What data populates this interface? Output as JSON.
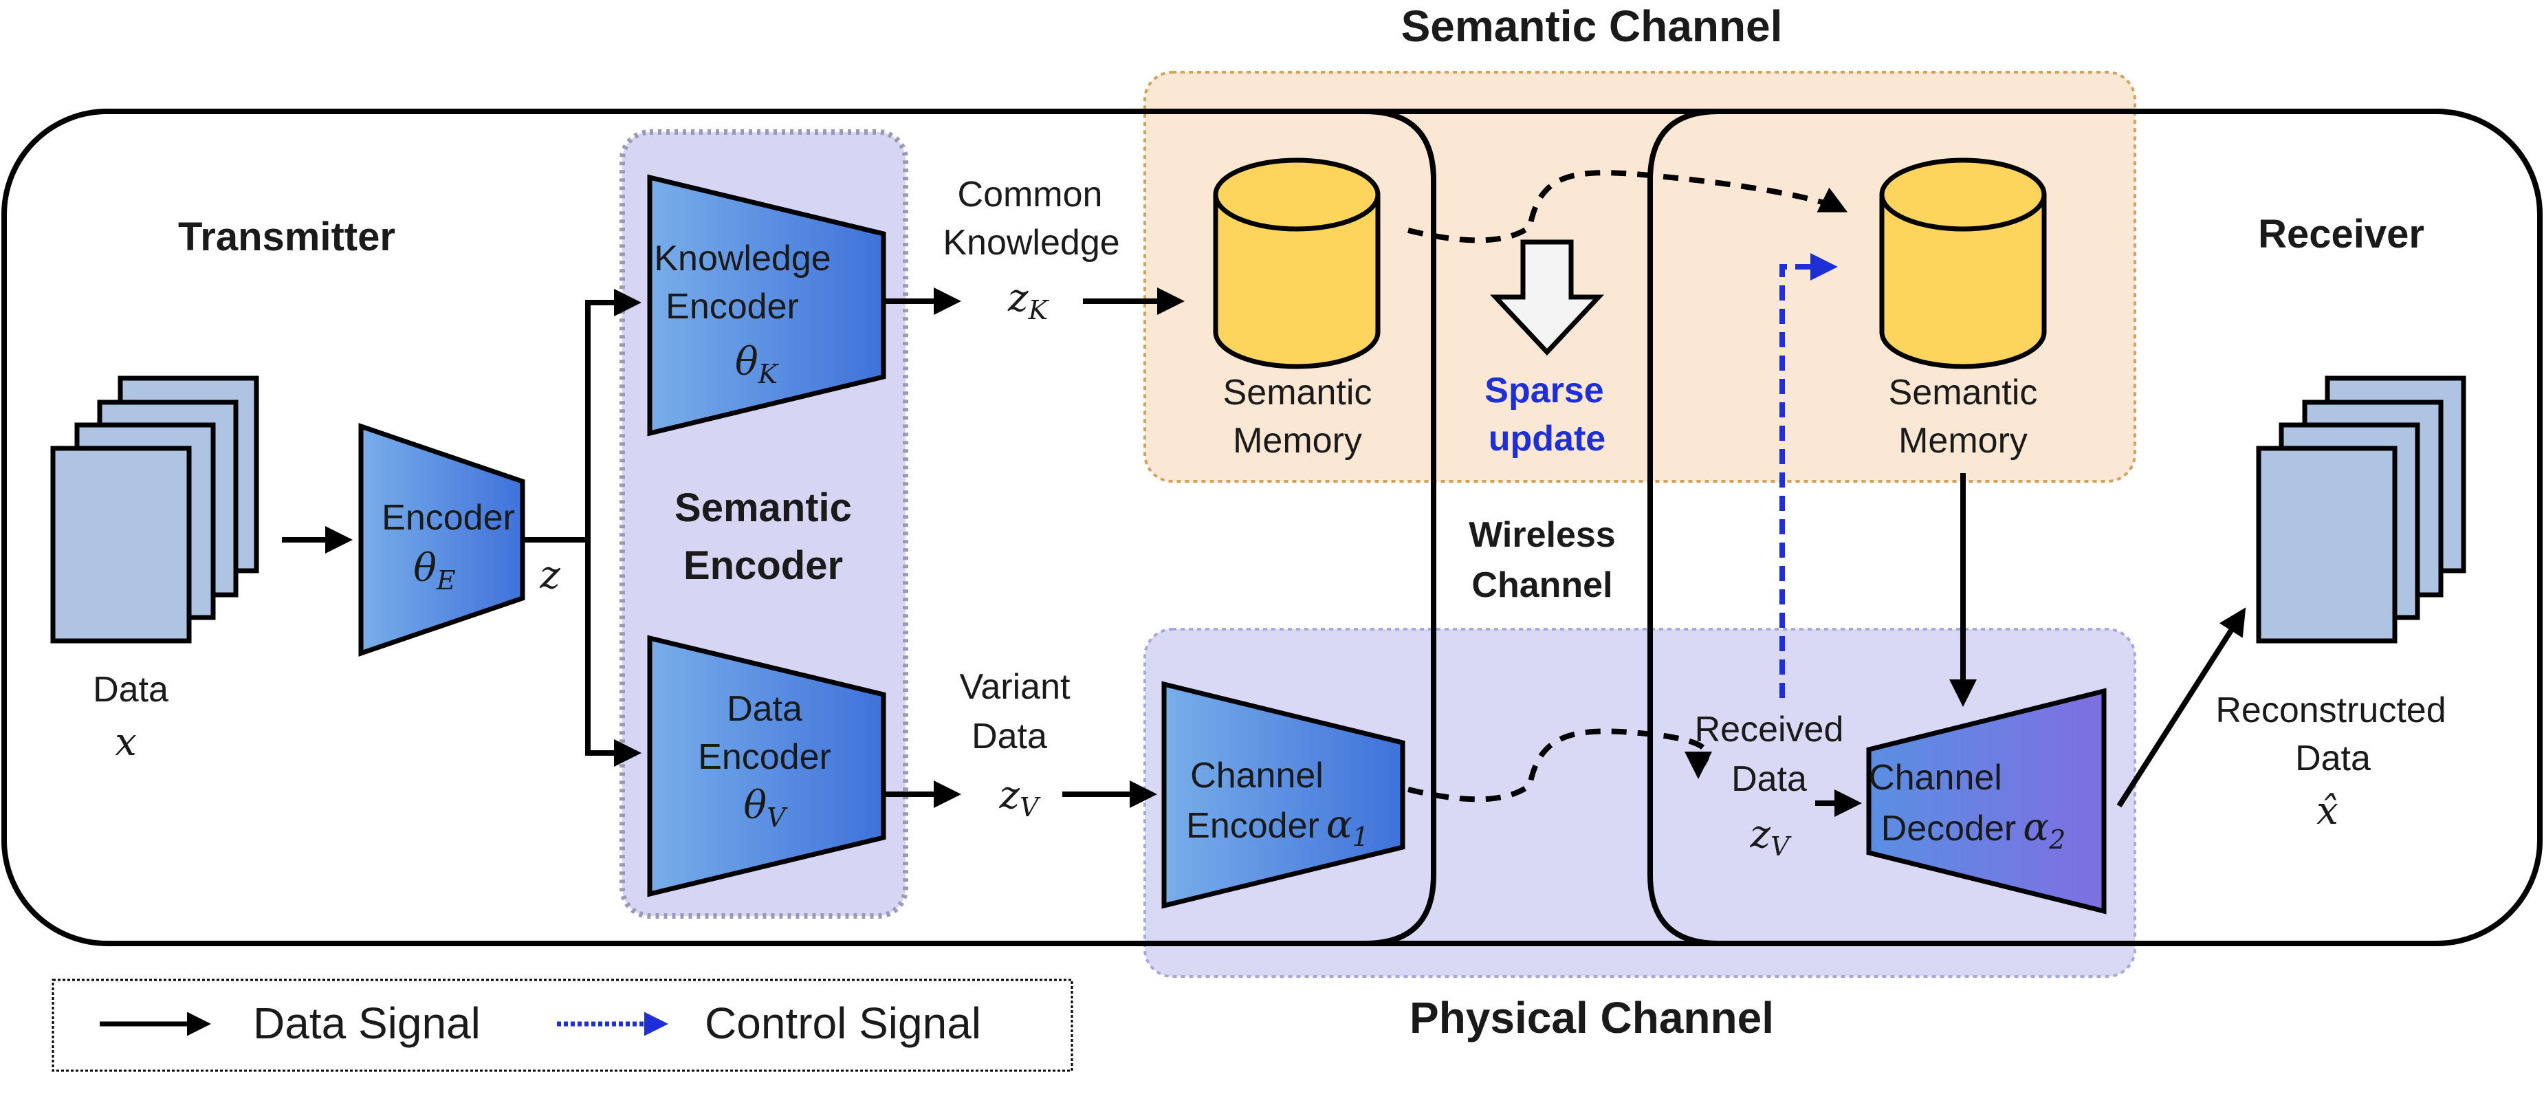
{
  "titles": {
    "semantic_channel": "Semantic Channel",
    "physical_channel": "Physical Channel",
    "wireless_channel_line1": "Wireless",
    "wireless_channel_line2": "Channel",
    "transmitter": "Transmitter",
    "receiver": "Receiver",
    "semantic_encoder_line1": "Semantic",
    "semantic_encoder_line2": "Encoder"
  },
  "blocks": {
    "encoder": {
      "label": "Encoder",
      "param": "θ",
      "param_sub": "E"
    },
    "knowledge_encoder": {
      "line1": "Knowledge",
      "line2": "Encoder",
      "param": "θ",
      "param_sub": "K"
    },
    "data_encoder": {
      "line1": "Data",
      "line2": "Encoder",
      "param": "θ",
      "param_sub": "V"
    },
    "channel_encoder": {
      "line1": "Channel",
      "line2": "Encoder",
      "param": "α",
      "param_sub": "1"
    },
    "channel_decoder": {
      "line1": "Channel",
      "line2": "Decoder",
      "param": "α",
      "param_sub": "2"
    },
    "semantic_memory_tx": {
      "line1": "Semantic",
      "line2": "Memory"
    },
    "semantic_memory_rx": {
      "line1": "Semantic",
      "line2": "Memory"
    }
  },
  "signals": {
    "z": "z",
    "common_knowledge_line1": "Common",
    "common_knowledge_line2": "Knowledge",
    "zk": "z",
    "zk_sub": "K",
    "variant_data_line1": "Variant",
    "variant_data_line2": "Data",
    "zv": "z",
    "zv_sub": "V",
    "received_data_line1": "Received",
    "received_data_line2": "Data",
    "zv_rx": "z",
    "zv_rx_sub": "V",
    "sparse_update_line1": "Sparse",
    "sparse_update_line2": "update"
  },
  "data": {
    "input_label": "Data",
    "input_var": "x",
    "output_line1": "Reconstructed",
    "output_line2": "Data",
    "output_var": "x̂"
  },
  "legend": {
    "data_signal": "Data Signal",
    "control_signal": "Control Signal"
  },
  "colors": {
    "semantic_channel_fill": "#fbe8d4",
    "semantic_channel_border": "#d4a25c",
    "physical_channel_fill": "#d9d9f5",
    "physical_channel_border": "#a8a8e0",
    "semantic_encoder_fill": "#d6d6f4",
    "semantic_encoder_border": "#9a9ab8",
    "block_gradient_start": "#6fa8e8",
    "block_gradient_end": "#3e70d8",
    "decoder_gradient_end": "#7b6fe0",
    "memory_fill": "#fdd55c",
    "doc_fill": "#aec4e2",
    "control_signal": "#1f2fd8",
    "sparse_update_text": "#1f2fd8"
  }
}
